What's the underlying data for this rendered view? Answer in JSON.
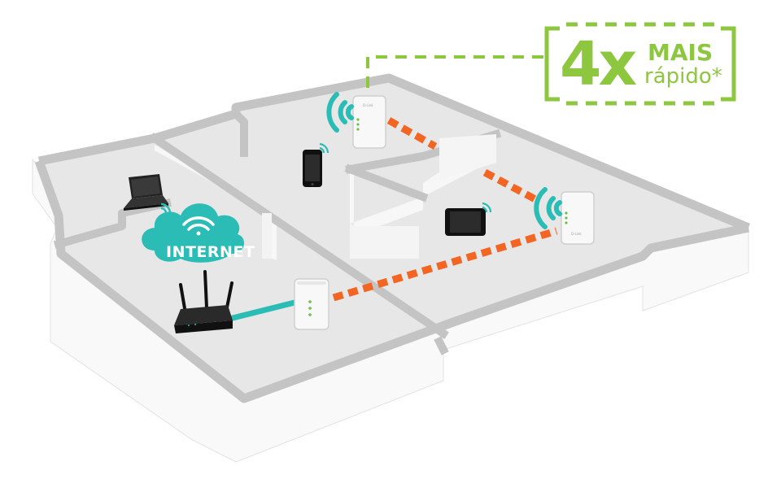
{
  "cloud": {
    "label": "INTERNET"
  },
  "badge": {
    "multiplier": "4x",
    "line1": "MAIS",
    "line2": "rápido*"
  },
  "device_brand": "D-Link",
  "colors": {
    "floor": "#e7e7e7",
    "wall_top": "#c4c4c4",
    "wall_face": "#ffffff",
    "powerline": "#f26522",
    "ethernet": "#2bbcb5",
    "wifi": "#2bbcb5",
    "badge": "#8dc63f",
    "cloud": "#2bbcb5"
  },
  "icons": {
    "router": "wifi-router-icon",
    "laptop": "laptop-icon",
    "phone": "smartphone-icon",
    "tablet": "tablet-icon",
    "adapter": "powerline-adapter-icon",
    "cloud": "cloud-icon"
  }
}
